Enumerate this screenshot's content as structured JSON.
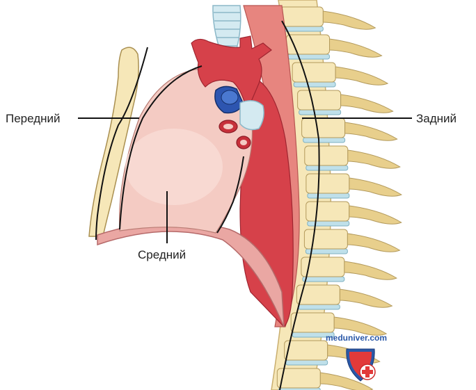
{
  "labels": {
    "anterior": "Передний",
    "posterior": "Задний",
    "middle": "Средний"
  },
  "watermark": {
    "text": "meduniver.com",
    "icon": "shield-cross-icon"
  },
  "colors": {
    "bone": "#f6e7b8",
    "bone_shade": "#e8cf8c",
    "disc": "#bfe0ea",
    "pericardium": "#f3c5bd",
    "aorta": "#d8434a",
    "aorta_dark": "#b52a33",
    "vein_blue": "#2d55b0",
    "diaphragm": "#e7a6a6",
    "trachea": "#cfe6ee"
  }
}
